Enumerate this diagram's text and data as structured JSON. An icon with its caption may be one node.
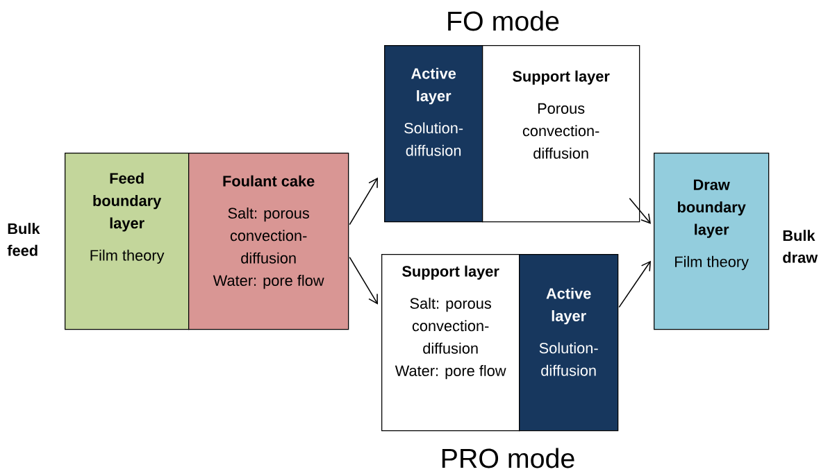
{
  "diagram": {
    "nodes": [
      {
        "text": [
          "Feed boundary layer",
          "Film theory"
        ]
      },
      {
        "text": [
          "Foulant cake",
          "Salt: porous convection-diffusion",
          "Water: pore flow"
        ]
      },
      {
        "text": [
          "Active layer",
          "Solution-diffusion"
        ]
      },
      {
        "text": [
          "Support layer",
          "Porous convection-diffusion"
        ]
      },
      {
        "text": [
          "Support layer",
          "Salt: porous convection-diffusion",
          "Water: pore flow"
        ]
      },
      {
        "text": [
          "Active layer",
          "Solution-diffusion"
        ]
      },
      {
        "text": [
          "Draw boundary layer",
          "Film theory"
        ]
      }
    ],
    "edges": [
      {
        "from": 1,
        "to": 2,
        "arrow": "to"
      },
      {
        "from": 1,
        "to": 4,
        "arrow": "to"
      },
      {
        "from": 3,
        "to": 6,
        "arrow": "to"
      },
      {
        "from": 5,
        "to": 6,
        "arrow": "to"
      }
    ],
    "labels": [
      "FO mode",
      "Bulk feed",
      "Bulk draw",
      "PRO mode"
    ]
  }
}
